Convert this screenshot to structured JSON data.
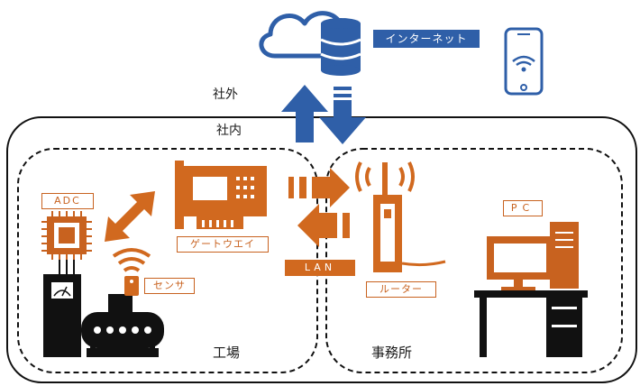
{
  "labels": {
    "internet": "インターネット",
    "outside": "社外",
    "inside": "社内",
    "adc": "ADC",
    "gateway": "ゲートウエイ",
    "sensor": "センサ",
    "lan": "LAN",
    "router": "ルーター",
    "pc": "PC",
    "factory": "工場",
    "office": "事務所"
  },
  "colors": {
    "orange": "#c8621f",
    "blue": "#2f5fa8",
    "black": "#111111"
  },
  "icons": [
    "cloud-icon",
    "database-icon",
    "smartphone-icon",
    "wifi-icon",
    "chip-icon",
    "gateway-board-icon",
    "router-icon",
    "pc-icon",
    "desk-icon",
    "factory-machine-icon"
  ]
}
